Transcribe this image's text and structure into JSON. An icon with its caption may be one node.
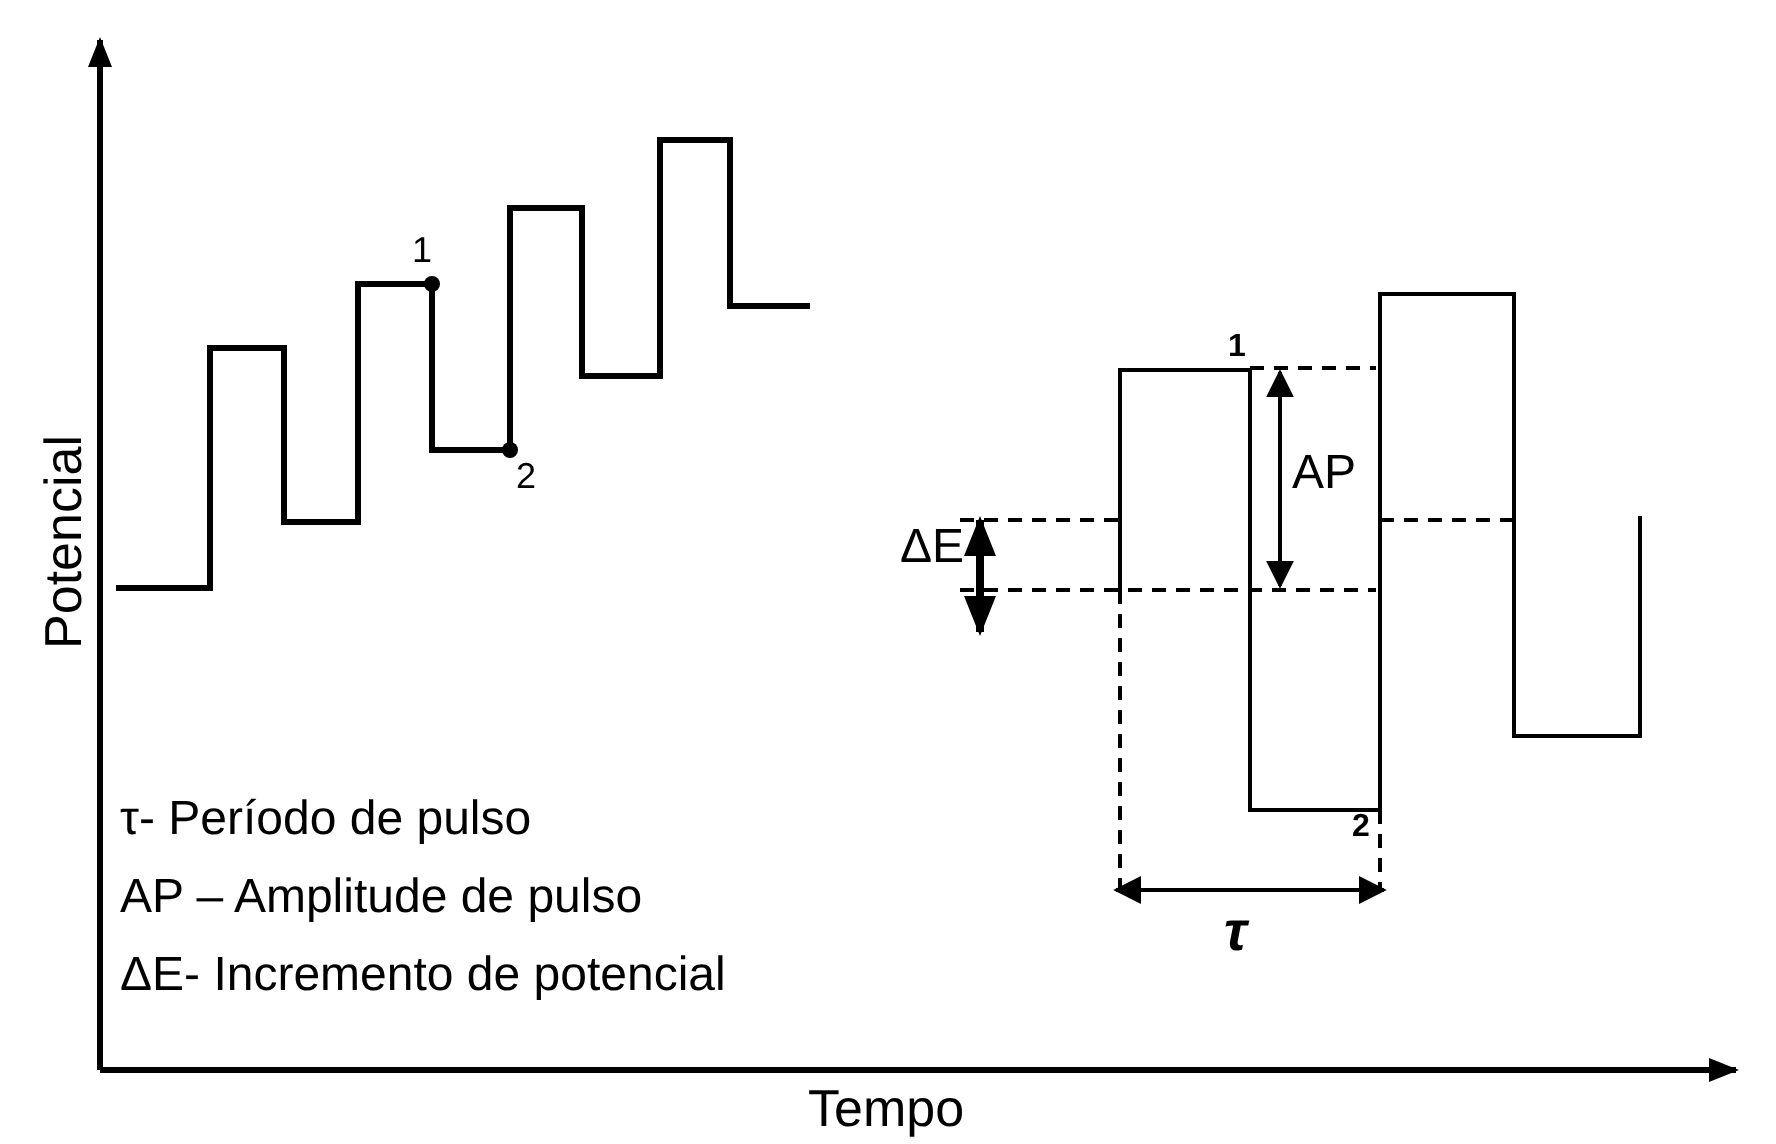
{
  "diagram": {
    "labels": [
      "1",
      "2",
      "1",
      "2",
      "AP",
      "ΔE",
      "τ",
      "τ- Período de pulso",
      "AP – Amplitude de pulso",
      "ΔE- Incremento de potencial",
      "Potencial",
      "Tempo"
    ]
  }
}
